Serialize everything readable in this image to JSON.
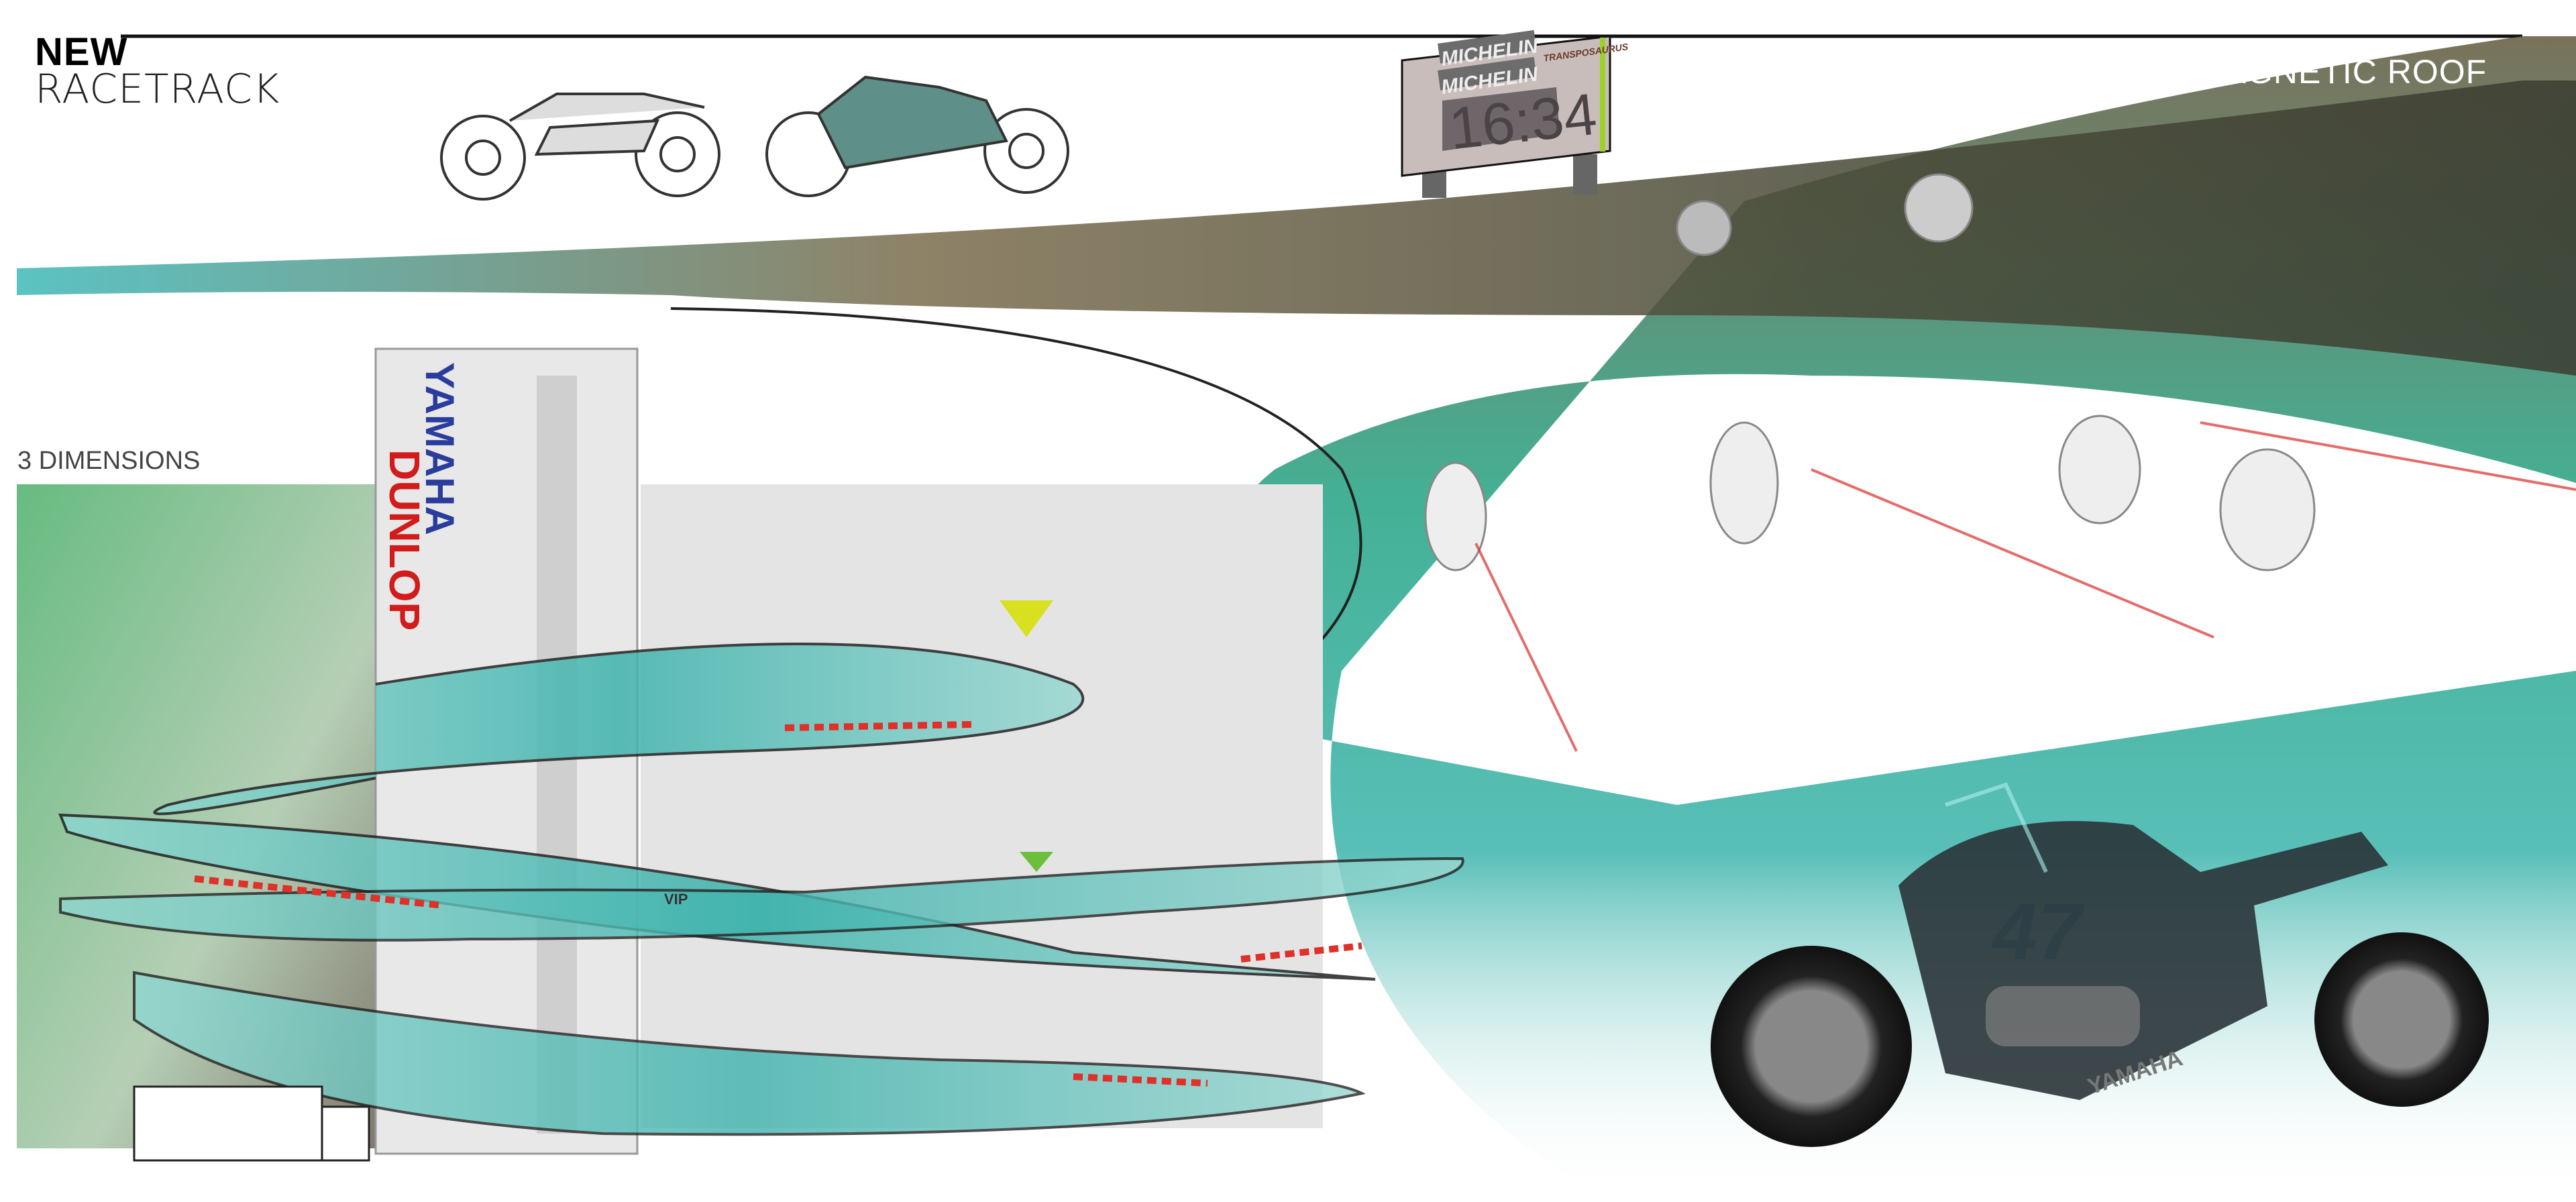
{
  "header": {
    "title_bold": "NEW",
    "title_light": "RACETRACK"
  },
  "labels": {
    "magnetic_roof": "MAGNETIC ROOF",
    "three_dimensions": "3 DIMENSIONS"
  },
  "scoreboard": {
    "clock": "16:34",
    "sponsor_1": "MICHELIN",
    "sponsor_2": "MICHELIN",
    "logo": "TRANSPOSAURUS"
  },
  "tower": {
    "sponsor_blue": "YAMAHA",
    "sponsor_red": "DUNLOP",
    "sign": "VIP"
  },
  "bike": {
    "number": "47",
    "brand": "YAMAHA"
  },
  "colors": {
    "teal": "#3fb3ad",
    "green": "#4caf6a",
    "brown": "#6b5a3a",
    "red_stripe": "#e0302a",
    "yellow_marker": "#d8e020",
    "green_marker": "#6cbf3a"
  }
}
